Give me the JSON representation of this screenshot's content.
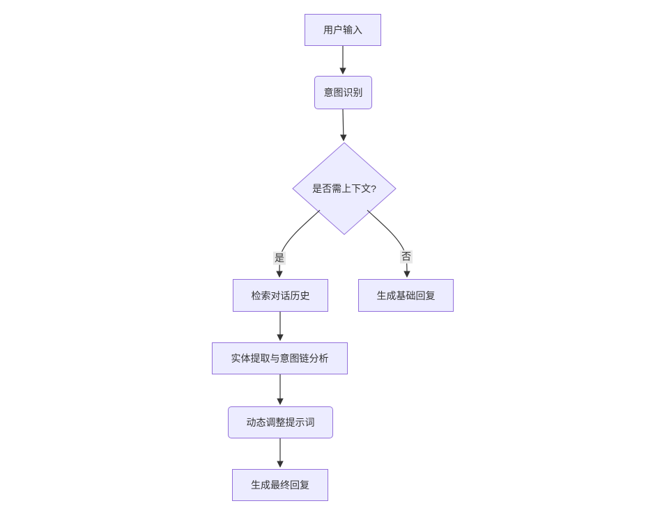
{
  "diagram": {
    "type": "flowchart",
    "direction": "top-down",
    "colors": {
      "background": "#ffffff",
      "node_fill": "#ECECFF",
      "node_border": "#9370DB",
      "edge_color": "#333333",
      "edge_label_bg": "#e8e8e8",
      "text_color": "#333333"
    },
    "nodes": [
      {
        "id": "user-input",
        "label": "用户输入",
        "shape": "rectangle"
      },
      {
        "id": "intent-recognition",
        "label": "意图识别",
        "shape": "rounded"
      },
      {
        "id": "context-decision",
        "label": "是否需上下文?",
        "shape": "diamond"
      },
      {
        "id": "retrieve-history",
        "label": "检索对话历史",
        "shape": "rectangle"
      },
      {
        "id": "basic-reply",
        "label": "生成基础回复",
        "shape": "rectangle"
      },
      {
        "id": "entity-intent-analysis",
        "label": "实体提取与意图链分析",
        "shape": "rectangle"
      },
      {
        "id": "adjust-prompt",
        "label": "动态调整提示词",
        "shape": "rounded"
      },
      {
        "id": "final-reply",
        "label": "生成最终回复",
        "shape": "rectangle"
      }
    ],
    "edges": [
      {
        "from": "user-input",
        "to": "intent-recognition",
        "label": ""
      },
      {
        "from": "intent-recognition",
        "to": "context-decision",
        "label": ""
      },
      {
        "from": "context-decision",
        "to": "retrieve-history",
        "label": "是"
      },
      {
        "from": "context-decision",
        "to": "basic-reply",
        "label": "否"
      },
      {
        "from": "retrieve-history",
        "to": "entity-intent-analysis",
        "label": ""
      },
      {
        "from": "entity-intent-analysis",
        "to": "adjust-prompt",
        "label": ""
      },
      {
        "from": "adjust-prompt",
        "to": "final-reply",
        "label": ""
      }
    ]
  }
}
